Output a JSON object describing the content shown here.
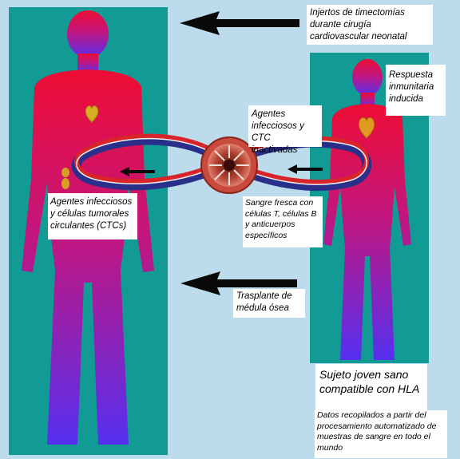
{
  "labels": {
    "grafts": "Injertos de timectomías durante cirugía cardiovascular neonatal",
    "immune_response": "Respuesta inmunitaria inducida",
    "inactivated": "Agentes infecciosos y CTC inactivadas",
    "infectious_agents": "Agentes infecciosos y células tumorales circulantes (CTCs)",
    "fresh_blood": "Sangre fresca con células T, células B y anticuerpos específicos",
    "bone_marrow": "Trasplante de médula ósea",
    "young_subject": "Sujeto joven sano compatible con HLA",
    "data_collected": "Datos recopilados a partir del procesamiento automatizado de muestras de sangre en todo el mundo"
  },
  "colors": {
    "background": "#bcdcec",
    "panel": "#129a94",
    "body_top": "#ee0d33",
    "body_bottom": "#5530f0",
    "loop_red": "#d8252a",
    "loop_blue": "#2a2f8a",
    "arrow": "#0a0a0a",
    "organ": "#e0b020"
  },
  "icons": {
    "left_figure": "human-body-silhouette",
    "right_figure": "human-body-silhouette",
    "organs": "heart-organ-icon",
    "device": "turbine-filter-icon",
    "loop": "infinity-loop-icon",
    "arrows": "left-arrow-icon"
  }
}
